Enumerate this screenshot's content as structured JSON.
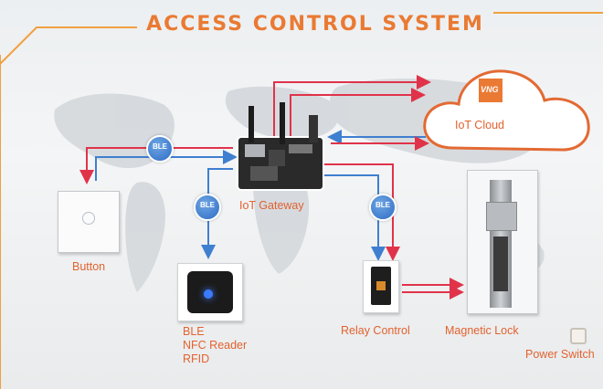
{
  "title": "ACCESS CONTROL SYSTEM",
  "cloud": {
    "brand": "VNG",
    "label": "IoT Cloud"
  },
  "gateway": {
    "label": "IoT Gateway"
  },
  "button": {
    "label": "Button"
  },
  "reader": {
    "line1": "BLE",
    "line2": "NFC  Reader",
    "line3": "RFID"
  },
  "relay": {
    "label": "Relay Control"
  },
  "lock": {
    "label": "Magnetic Lock"
  },
  "power": {
    "label": "Power Switch"
  },
  "badges": {
    "ble_text": "BLE"
  },
  "colors": {
    "accent": "#ea7a33",
    "red_link": "#e0334a",
    "blue_link": "#3f7fd0"
  }
}
